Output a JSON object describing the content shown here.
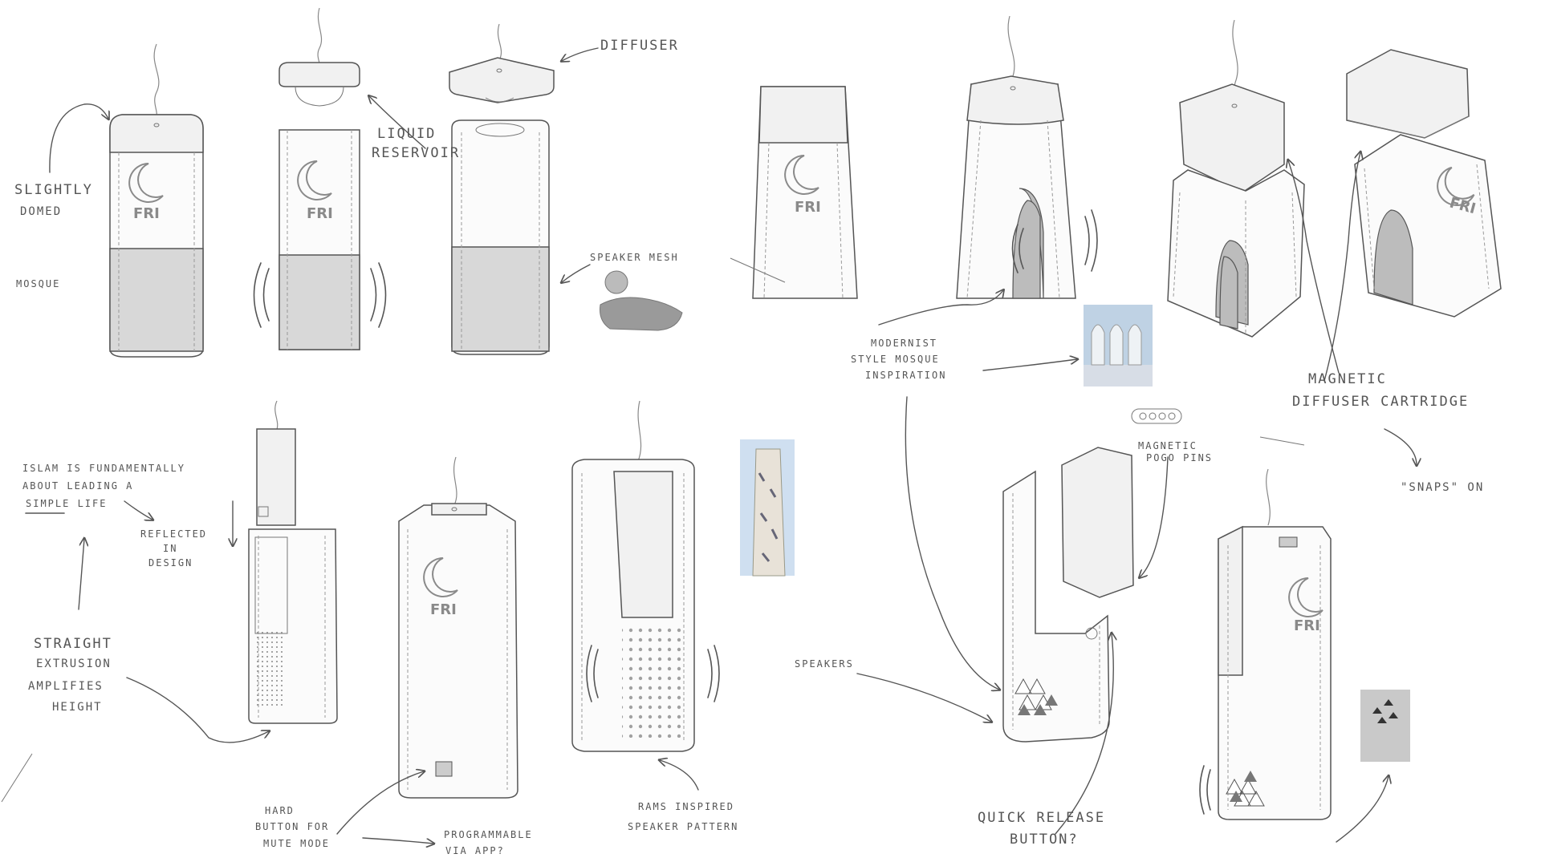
{
  "brand": {
    "logo_text": "FRI"
  },
  "annotations": {
    "slightly_domed": [
      "SLIGHTLY",
      "DOMED"
    ],
    "mosque": "MOSQUE",
    "liquid_reservoir": [
      "LIQUID",
      "RESERVOIR"
    ],
    "diffuser": "DIFFUSER",
    "speaker_mesh": "SPEAKER MESH",
    "modernist": [
      "MODERNIST",
      "STYLE MOSQUE",
      "INSPIRATION"
    ],
    "magnetic_cartridge": [
      "MAGNETIC",
      "DIFFUSER CARTRIDGE"
    ],
    "snaps_on": "\"SNAPS\" ON",
    "magnetic_pogo": [
      "MAGNETIC",
      "POGO PINS"
    ],
    "islam": [
      "ISLAM IS FUNDAMENTALLY",
      "ABOUT LEADING A",
      "SIMPLE LIFE"
    ],
    "reflected": [
      "REFLECTED",
      "IN",
      "DESIGN"
    ],
    "straight": [
      "STRAIGHT",
      "EXTRUSION",
      "AMPLIFIES",
      "HEIGHT"
    ],
    "hard_button": [
      "HARD",
      "BUTTON FOR",
      "MUTE MODE"
    ],
    "programmable": [
      "PROGRAMMABLE",
      "VIA APP?"
    ],
    "rams": [
      "RAMS INSPIRED",
      "SPEAKER PATTERN"
    ],
    "speakers": "SPEAKERS",
    "quick_release": [
      "QUICK RELEASE",
      "BUTTON?"
    ]
  },
  "colors": {
    "ink": "#555555",
    "mesh": "#d8d8d8",
    "arch": "#bcbcbc",
    "paper": "#ffffff"
  }
}
